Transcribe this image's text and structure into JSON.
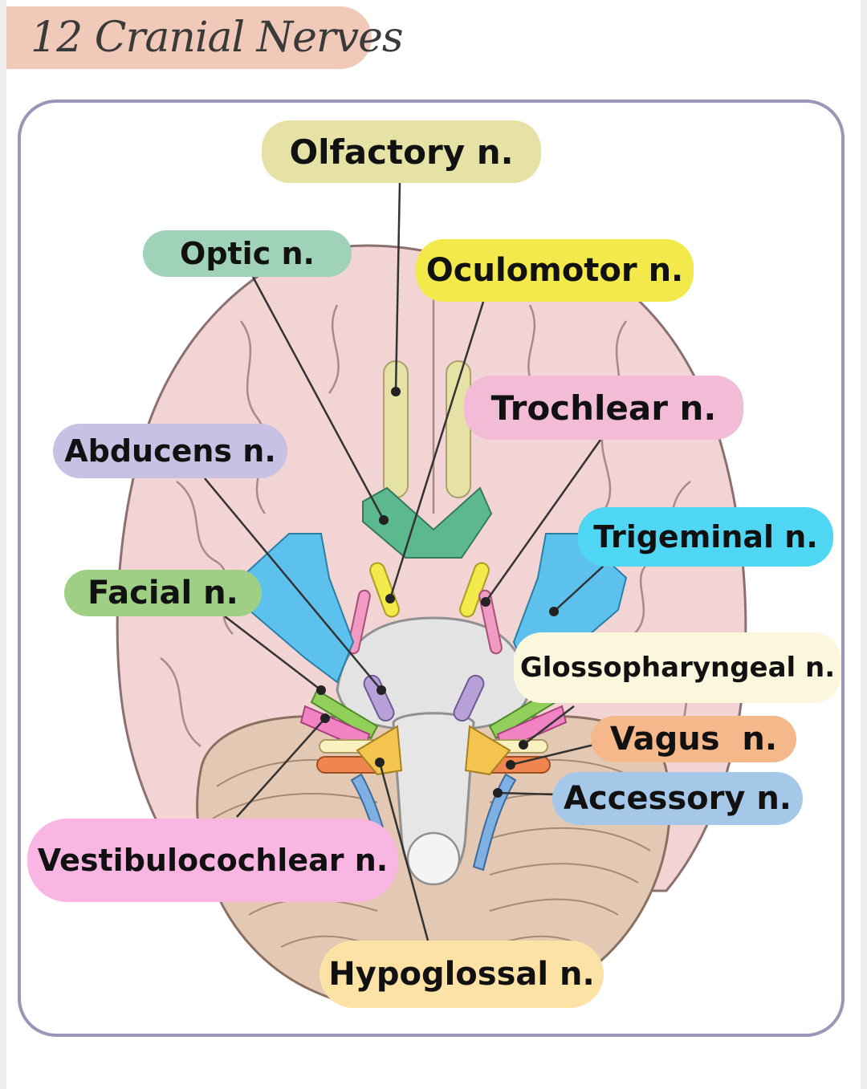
{
  "title": "12 Cranial Nerves",
  "labels": {
    "olfactory": "Olfactory n.",
    "optic": "Optic n.",
    "oculomotor": "Oculomotor n.",
    "trochlear": "Trochlear n.",
    "abducens": "Abducens n.",
    "trigeminal": "Trigeminal n.",
    "facial": "Facial n.",
    "glossopharyngeal": "Glossopharyngeal n.",
    "vagus": "Vagus  n.",
    "accessory": "Accessory n.",
    "vestibulocochlear": "Vestibulocochlear n.",
    "hypoglossal": "Hypoglossal n."
  },
  "colors": {
    "title_pill": "#f0c9b8",
    "frame_border": "#9b96b8",
    "olfactory": "#e6e2a6",
    "optic": "#9fd2b8",
    "oculomotor": "#f3e94a",
    "trochlear": "#f3bcd6",
    "abducens": "#c9c1e3",
    "trigeminal": "#4fd6f2",
    "facial": "#9fcf85",
    "glossopharyngeal": "#fbf7dc",
    "vagus": "#f5b88a",
    "accessory": "#a6c8e8",
    "vestibulocochlear": "#f9b6e2",
    "hypoglossal": "#fde2a6"
  }
}
